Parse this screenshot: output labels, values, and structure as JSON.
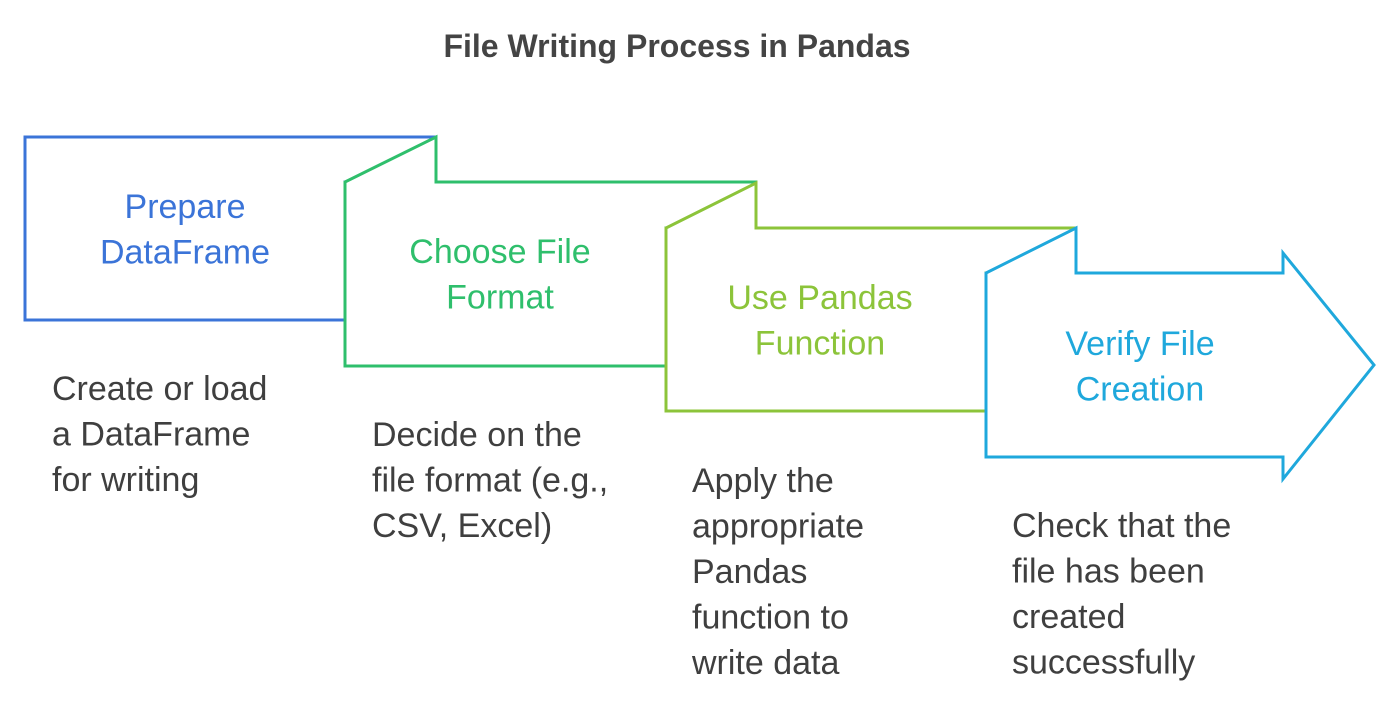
{
  "title": "File Writing Process in Pandas",
  "steps": [
    {
      "title_lines": [
        "Prepare",
        "DataFrame"
      ],
      "desc_lines": [
        "Create or load",
        "a DataFrame",
        "for writing"
      ],
      "color": "#3b74d8"
    },
    {
      "title_lines": [
        "Choose File",
        "Format"
      ],
      "desc_lines": [
        "Decide on the",
        "file format (e.g.,",
        "CSV, Excel)"
      ],
      "color": "#2fbf6c"
    },
    {
      "title_lines": [
        "Use Pandas",
        "Function"
      ],
      "desc_lines": [
        "Apply the",
        "appropriate",
        "Pandas",
        "function to",
        "write data"
      ],
      "color": "#8cc43a"
    },
    {
      "title_lines": [
        "Verify File",
        "Creation"
      ],
      "desc_lines": [
        "Check that the",
        "file has been",
        "created",
        "successfully"
      ],
      "color": "#1fa8dc"
    }
  ]
}
